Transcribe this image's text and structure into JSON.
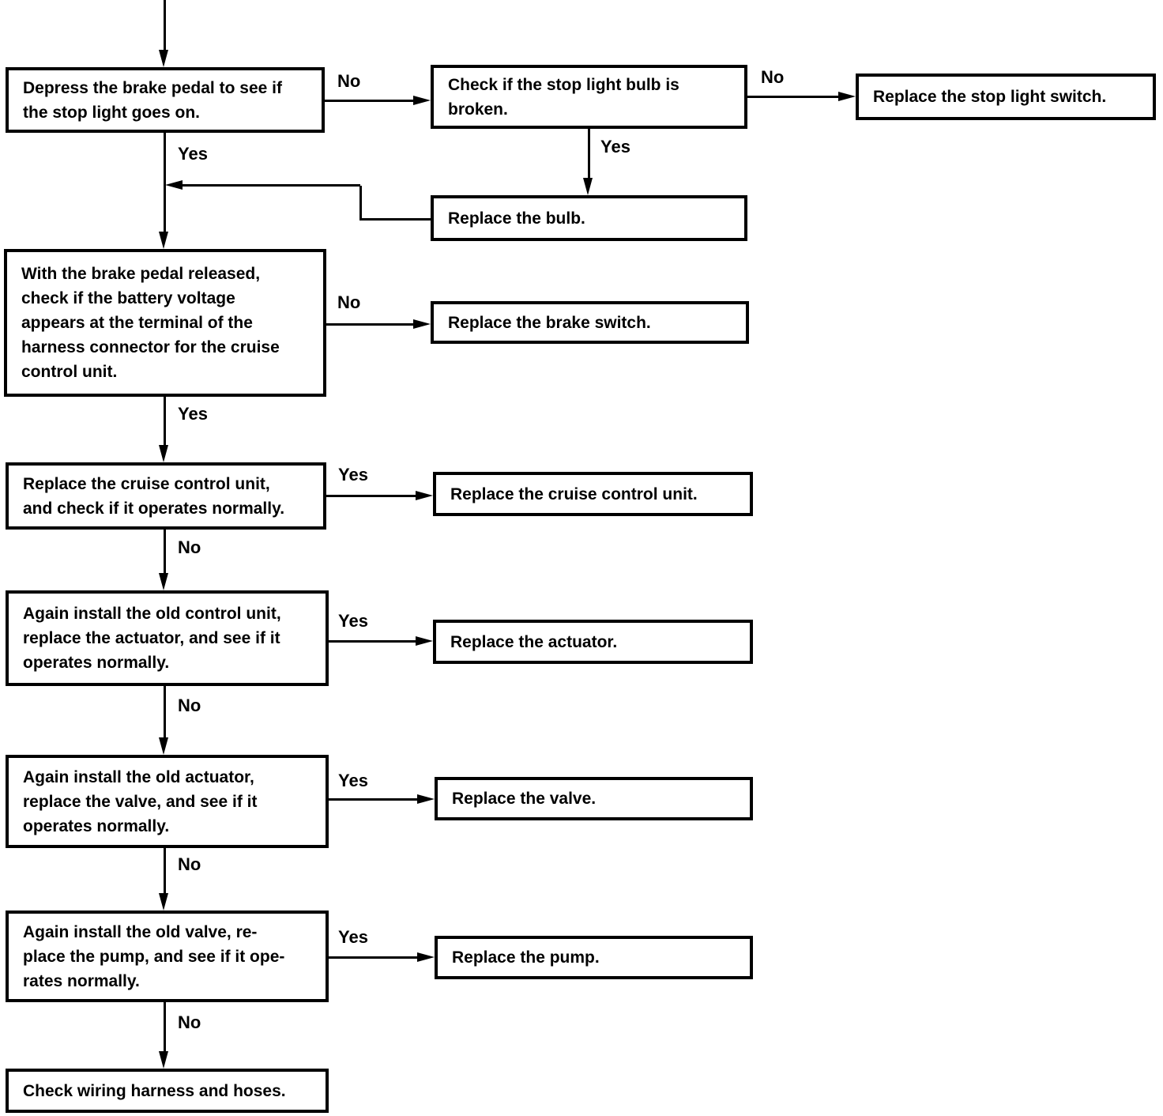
{
  "labels": {
    "yes": "Yes",
    "no": "No"
  },
  "colors": {
    "line": "#000000",
    "background": "#ffffff",
    "text": "#000000"
  },
  "nodes": {
    "depress_pedal": {
      "text": "Depress the brake pedal to see if\nthe stop light goes on."
    },
    "check_bulb": {
      "text": "Check if the stop light bulb is\nbroken."
    },
    "replace_stop_light_switch": {
      "text": "Replace the stop light switch."
    },
    "replace_bulb": {
      "text": "Replace the bulb."
    },
    "check_battery_voltage": {
      "text": "With the brake pedal released,\ncheck if the battery voltage\nappears at the terminal of the\nharness connector for the cruise\ncontrol unit."
    },
    "replace_brake_switch": {
      "text": "Replace the brake switch."
    },
    "test_new_control_unit": {
      "text": "Replace the cruise control unit,\nand check if it operates normally."
    },
    "replace_cruise_control_unit": {
      "text": "Replace the cruise control unit."
    },
    "test_new_actuator": {
      "text": "Again install the old control unit,\nreplace the actuator, and see if it\noperates normally."
    },
    "replace_actuator": {
      "text": "Replace the actuator."
    },
    "test_new_valve": {
      "text": "Again install the old actuator,\nreplace the valve, and see if it\noperates normally."
    },
    "replace_valve": {
      "text": "Replace the valve."
    },
    "test_new_pump": {
      "text": "Again install the old valve, re-\nplace the pump, and see if it ope-\nrates normally."
    },
    "replace_pump": {
      "text": "Replace the pump."
    },
    "check_wiring": {
      "text": "Check wiring harness and hoses."
    }
  }
}
